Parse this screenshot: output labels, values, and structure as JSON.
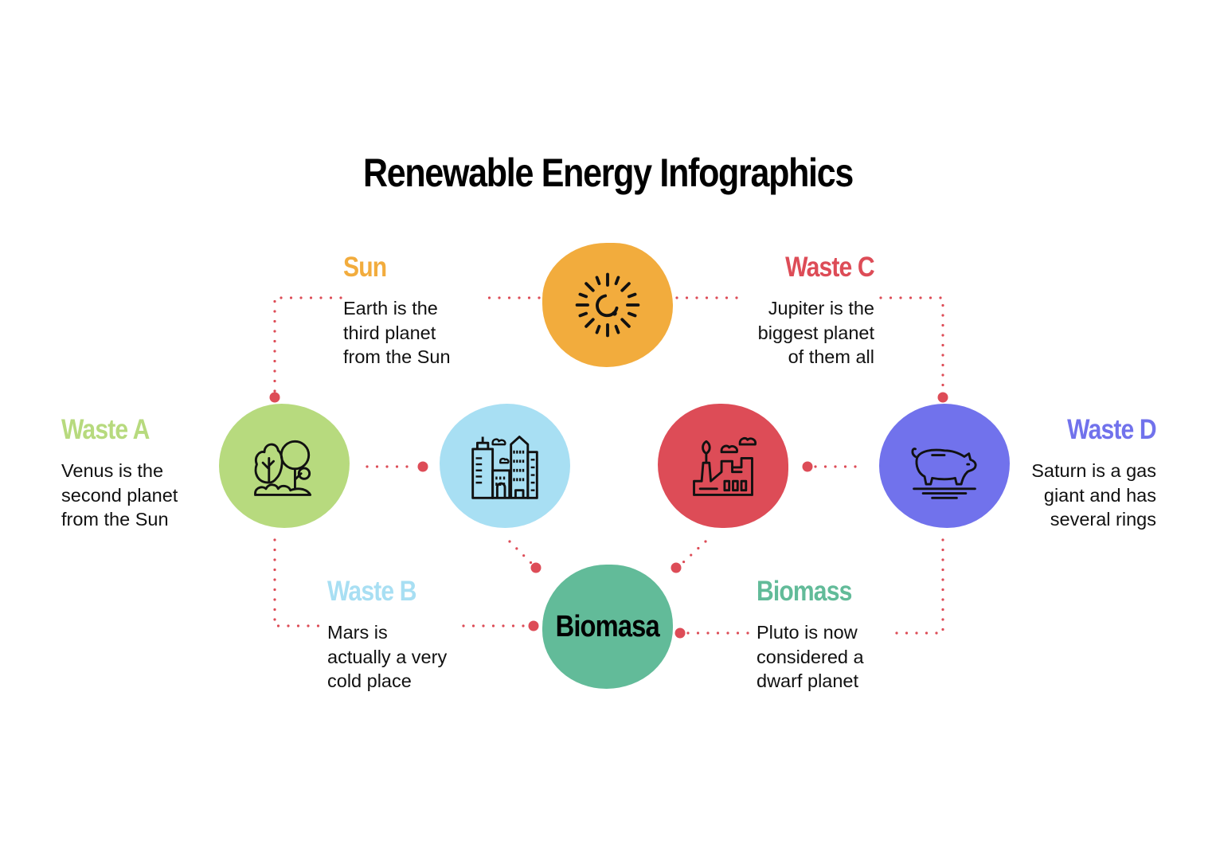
{
  "title": "Renewable Energy Infographics",
  "colors": {
    "connector": "#DD4C57",
    "sun": "#F2AC3D",
    "waste_a": "#B7DA7E",
    "waste_b": "#A8DFF3",
    "waste_c": "#DD4C57",
    "waste_d": "#7172EC",
    "biomass": "#62BB99"
  },
  "center": {
    "label": "Biomasa",
    "color": "#62BB99"
  },
  "nodes": [
    {
      "id": "sun",
      "heading": "Sun",
      "description": "Earth is the\nthird planet\nfrom the Sun",
      "icon": "sun-icon",
      "color": "#F2AC3D"
    },
    {
      "id": "waste_a",
      "heading": "Waste A",
      "description": "Venus is the\nsecond planet\nfrom the Sun",
      "icon": "trees-icon",
      "color": "#B7DA7E"
    },
    {
      "id": "waste_b",
      "heading": "Waste B",
      "description": "Mars is\nactually a very\ncold place",
      "icon": "city-buildings-icon",
      "color": "#A8DFF3"
    },
    {
      "id": "waste_c",
      "heading": "Waste C",
      "description": "Jupiter is the\nbiggest planet\nof them all",
      "icon": "factory-icon",
      "color": "#DD4C57"
    },
    {
      "id": "waste_d",
      "heading": "Waste D",
      "description": "Saturn is a gas\ngiant and has\nseveral rings",
      "icon": "pig-icon",
      "color": "#7172EC"
    },
    {
      "id": "biomass",
      "heading": "Biomass",
      "description": "Pluto is now\nconsidered a\ndwarf planet",
      "icon": null,
      "color": "#62BB99"
    }
  ]
}
